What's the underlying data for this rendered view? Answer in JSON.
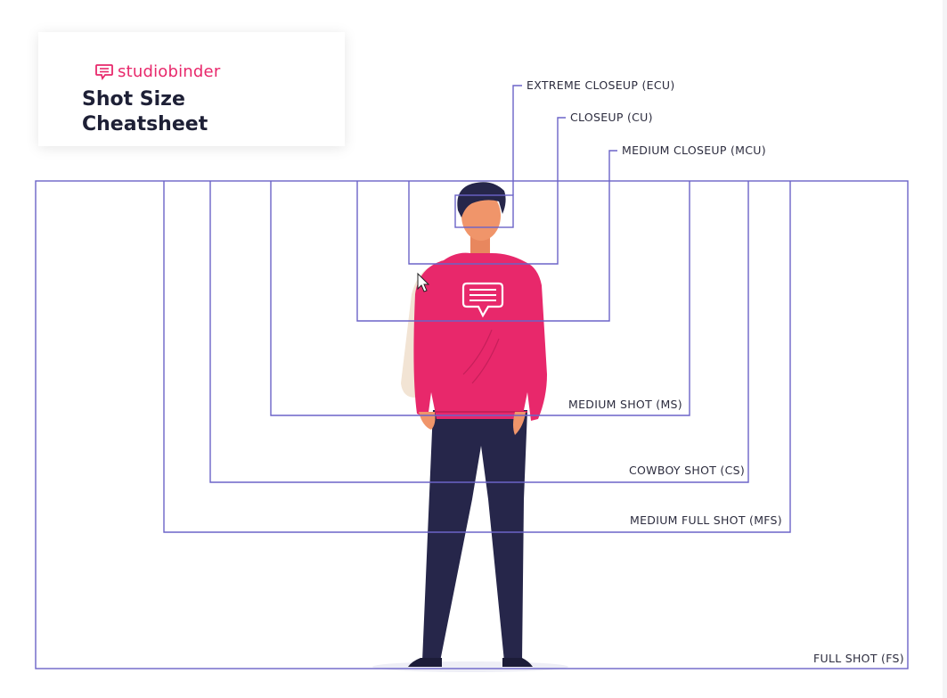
{
  "header": {
    "brand_name": "studiobinder",
    "title": "Shot Size Cheatsheet"
  },
  "shots": {
    "ecu": "EXTREME CLOSEUP (ECU)",
    "cu": "CLOSEUP (CU)",
    "mcu": "MEDIUM CLOSEUP (MCU)",
    "ms": "MEDIUM SHOT (MS)",
    "cs": "COWBOY SHOT (CS)",
    "mfs": "MEDIUM FULL SHOT (MFS)",
    "fs": "FULL SHOT (FS)"
  },
  "colors": {
    "frame": "#6b63c8",
    "brand": "#e8286b",
    "sweater": "#e8286b",
    "pants": "#26264a",
    "hair": "#26264a",
    "skin": "#f0956a"
  }
}
